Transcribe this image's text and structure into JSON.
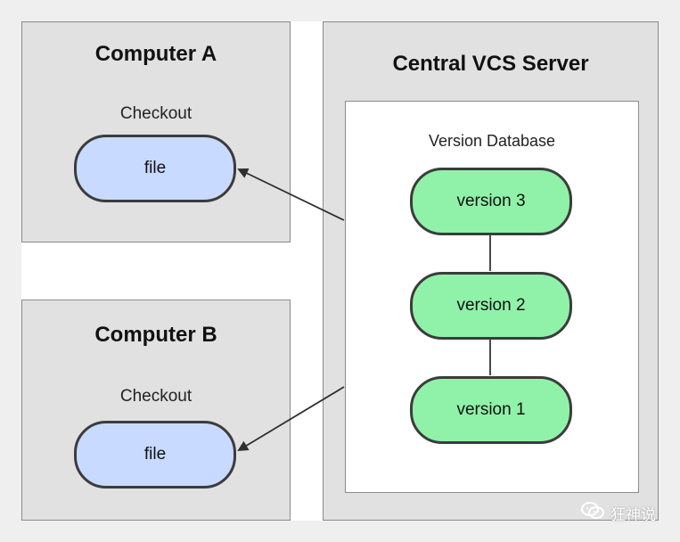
{
  "computer_a": {
    "title": "Computer A",
    "checkout_label": "Checkout",
    "file_label": "file"
  },
  "computer_b": {
    "title": "Computer B",
    "checkout_label": "Checkout",
    "file_label": "file"
  },
  "server": {
    "title": "Central VCS Server",
    "database_label": "Version Database",
    "versions": [
      "version 3",
      "version 2",
      "version 1"
    ]
  },
  "watermark": {
    "text": "狂神说",
    "icon": "wechat-icon"
  },
  "colors": {
    "panel_background": "#e1e1e1",
    "file_fill": "#c8daff",
    "version_fill": "#8ff2a8",
    "outline": "#3c3c3c"
  }
}
